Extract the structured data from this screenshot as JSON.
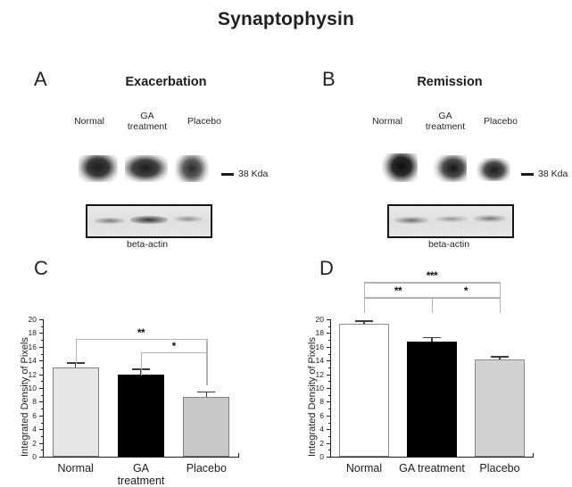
{
  "figure": {
    "title": "Synaptophysin"
  },
  "panels": {
    "a": {
      "letter": "A",
      "heading": "Exacerbation",
      "lanes": [
        "Normal",
        "GA\ntreatment",
        "Placebo"
      ],
      "marker_label": "38 Kda",
      "loading_control": "beta-actin"
    },
    "b": {
      "letter": "B",
      "heading": "Remission",
      "lanes": [
        "Normal",
        "GA\ntreatment",
        "Placebo"
      ],
      "marker_label": "38 Kda",
      "loading_control": "beta-actin"
    },
    "c": {
      "letter": "C"
    },
    "d": {
      "letter": "D"
    }
  },
  "chart_data": [
    {
      "id": "panel-c",
      "type": "bar",
      "title": "",
      "xlabel": "",
      "ylabel": "Integrated Density of Pixels",
      "categories": [
        "Normal",
        "GA treatment",
        "Placebo"
      ],
      "values": [
        13.0,
        12.0,
        8.7
      ],
      "errors": [
        0.75,
        0.8,
        0.8
      ],
      "bar_colors": [
        "#e6e6e6",
        "#000000",
        "#c8c8c8"
      ],
      "bar_edge_colors": [
        "#808080",
        "#000000",
        "#808080"
      ],
      "ylim": [
        0,
        20
      ],
      "ytick_step": 2,
      "yticks": [
        0,
        2,
        4,
        6,
        8,
        10,
        12,
        14,
        16,
        18,
        20
      ],
      "grid": false,
      "legend": "none",
      "annotations": [
        {
          "label": "**",
          "from": "Normal",
          "to": "Placebo",
          "level": 17.2
        },
        {
          "label": "*",
          "from": "GA treatment",
          "to": "Placebo",
          "level": 15.2
        }
      ]
    },
    {
      "id": "panel-d",
      "type": "bar",
      "title": "",
      "xlabel": "",
      "ylabel": "Integrated Density of Pixels",
      "categories": [
        "Normal",
        "GA treatment",
        "Placebo"
      ],
      "values": [
        19.3,
        16.7,
        14.1
      ],
      "errors": [
        0.55,
        0.75,
        0.55
      ],
      "bar_colors": [
        "#ffffff",
        "#000000",
        "#d2d2d2"
      ],
      "bar_edge_colors": [
        "#8c8c8c",
        "#000000",
        "#8c8c8c"
      ],
      "ylim": [
        0,
        20
      ],
      "ytick_step": 2,
      "yticks": [
        0,
        2,
        4,
        6,
        8,
        10,
        12,
        14,
        16,
        18,
        20
      ],
      "grid": false,
      "legend": "none",
      "annotations": [
        {
          "label": "***",
          "from": "Normal",
          "to": "Placebo",
          "level": 25.4
        },
        {
          "label": "**",
          "from": "Normal",
          "to": "GA treatment",
          "level": 23.2
        },
        {
          "label": "*",
          "from": "GA treatment",
          "to": "Placebo",
          "level": 23.2
        }
      ]
    }
  ]
}
